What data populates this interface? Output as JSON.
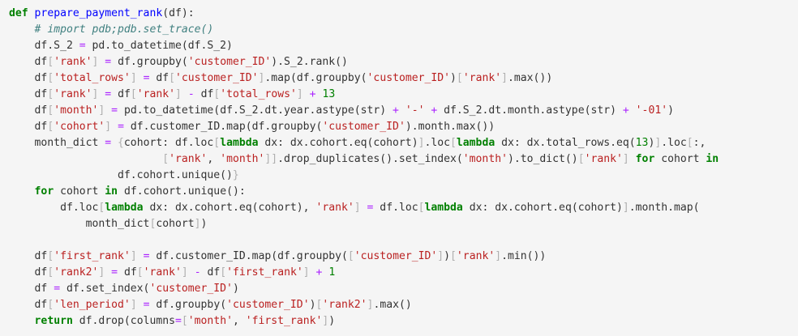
{
  "code": {
    "lines": [
      [
        [
          "kw",
          "def"
        ],
        [
          "nm",
          " "
        ],
        [
          "fn",
          "prepare_payment_rank"
        ],
        [
          "nm",
          "(df):"
        ]
      ],
      [
        [
          "nm",
          "    "
        ],
        [
          "cm",
          "# import pdb;pdb.set_trace()"
        ]
      ],
      [
        [
          "nm",
          "    df.S_2 "
        ],
        [
          "op",
          "="
        ],
        [
          "nm",
          " pd.to_datetime(df.S_2)"
        ]
      ],
      [
        [
          "nm",
          "    df"
        ],
        [
          "br",
          "["
        ],
        [
          "str",
          "'rank'"
        ],
        [
          "br",
          "]"
        ],
        [
          "nm",
          " "
        ],
        [
          "op",
          "="
        ],
        [
          "nm",
          " df.groupby("
        ],
        [
          "str",
          "'customer_ID'"
        ],
        [
          "nm",
          ").S_2.rank()"
        ]
      ],
      [
        [
          "nm",
          "    df"
        ],
        [
          "br",
          "["
        ],
        [
          "str",
          "'total_rows'"
        ],
        [
          "br",
          "]"
        ],
        [
          "nm",
          " "
        ],
        [
          "op",
          "="
        ],
        [
          "nm",
          " df"
        ],
        [
          "br",
          "["
        ],
        [
          "str",
          "'customer_ID'"
        ],
        [
          "br",
          "]"
        ],
        [
          "nm",
          ".map(df.groupby("
        ],
        [
          "str",
          "'customer_ID'"
        ],
        [
          "nm",
          ")"
        ],
        [
          "br",
          "["
        ],
        [
          "str",
          "'rank'"
        ],
        [
          "br",
          "]"
        ],
        [
          "nm",
          ".max())"
        ]
      ],
      [
        [
          "nm",
          "    df"
        ],
        [
          "br",
          "["
        ],
        [
          "str",
          "'rank'"
        ],
        [
          "br",
          "]"
        ],
        [
          "nm",
          " "
        ],
        [
          "op",
          "="
        ],
        [
          "nm",
          " df"
        ],
        [
          "br",
          "["
        ],
        [
          "str",
          "'rank'"
        ],
        [
          "br",
          "]"
        ],
        [
          "nm",
          " "
        ],
        [
          "op",
          "-"
        ],
        [
          "nm",
          " df"
        ],
        [
          "br",
          "["
        ],
        [
          "str",
          "'total_rows'"
        ],
        [
          "br",
          "]"
        ],
        [
          "nm",
          " "
        ],
        [
          "op",
          "+"
        ],
        [
          "nm",
          " "
        ],
        [
          "num",
          "13"
        ]
      ],
      [
        [
          "nm",
          "    df"
        ],
        [
          "br",
          "["
        ],
        [
          "str",
          "'month'"
        ],
        [
          "br",
          "]"
        ],
        [
          "nm",
          " "
        ],
        [
          "op",
          "="
        ],
        [
          "nm",
          " pd.to_datetime(df.S_2.dt.year.astype(str) "
        ],
        [
          "op",
          "+"
        ],
        [
          "nm",
          " "
        ],
        [
          "str",
          "'-'"
        ],
        [
          "nm",
          " "
        ],
        [
          "op",
          "+"
        ],
        [
          "nm",
          " df.S_2.dt.month.astype(str) "
        ],
        [
          "op",
          "+"
        ],
        [
          "nm",
          " "
        ],
        [
          "str",
          "'-01'"
        ],
        [
          "nm",
          ")"
        ]
      ],
      [
        [
          "nm",
          "    df"
        ],
        [
          "br",
          "["
        ],
        [
          "str",
          "'cohort'"
        ],
        [
          "br",
          "]"
        ],
        [
          "nm",
          " "
        ],
        [
          "op",
          "="
        ],
        [
          "nm",
          " df.customer_ID.map(df.groupby("
        ],
        [
          "str",
          "'customer_ID'"
        ],
        [
          "nm",
          ").month.max())"
        ]
      ],
      [
        [
          "nm",
          "    month_dict "
        ],
        [
          "op",
          "="
        ],
        [
          "nm",
          " "
        ],
        [
          "br",
          "{"
        ],
        [
          "nm",
          "cohort: df.loc"
        ],
        [
          "br",
          "["
        ],
        [
          "kw",
          "lambda"
        ],
        [
          "nm",
          " dx: dx.cohort.eq(cohort)"
        ],
        [
          "br",
          "]"
        ],
        [
          "nm",
          ".loc"
        ],
        [
          "br",
          "["
        ],
        [
          "kw",
          "lambda"
        ],
        [
          "nm",
          " dx: dx.total_rows.eq("
        ],
        [
          "num",
          "13"
        ],
        [
          "nm",
          ")"
        ],
        [
          "br",
          "]"
        ],
        [
          "nm",
          ".loc"
        ],
        [
          "br",
          "["
        ],
        [
          "nm",
          ":,"
        ]
      ],
      [
        [
          "nm",
          "                        "
        ],
        [
          "br",
          "["
        ],
        [
          "str",
          "'rank'"
        ],
        [
          "nm",
          ", "
        ],
        [
          "str",
          "'month'"
        ],
        [
          "br",
          "]]"
        ],
        [
          "nm",
          ".drop_duplicates().set_index("
        ],
        [
          "str",
          "'month'"
        ],
        [
          "nm",
          ").to_dict()"
        ],
        [
          "br",
          "["
        ],
        [
          "str",
          "'rank'"
        ],
        [
          "br",
          "]"
        ],
        [
          "nm",
          " "
        ],
        [
          "kw",
          "for"
        ],
        [
          "nm",
          " cohort "
        ],
        [
          "kw",
          "in"
        ]
      ],
      [
        [
          "nm",
          "                 df.cohort.unique()"
        ],
        [
          "br",
          "}"
        ]
      ],
      [
        [
          "nm",
          "    "
        ],
        [
          "kw",
          "for"
        ],
        [
          "nm",
          " cohort "
        ],
        [
          "kw",
          "in"
        ],
        [
          "nm",
          " df.cohort.unique():"
        ]
      ],
      [
        [
          "nm",
          "        df.loc"
        ],
        [
          "br",
          "["
        ],
        [
          "kw",
          "lambda"
        ],
        [
          "nm",
          " dx: dx.cohort.eq(cohort), "
        ],
        [
          "str",
          "'rank'"
        ],
        [
          "br",
          "]"
        ],
        [
          "nm",
          " "
        ],
        [
          "op",
          "="
        ],
        [
          "nm",
          " df.loc"
        ],
        [
          "br",
          "["
        ],
        [
          "kw",
          "lambda"
        ],
        [
          "nm",
          " dx: dx.cohort.eq(cohort)"
        ],
        [
          "br",
          "]"
        ],
        [
          "nm",
          ".month.map("
        ]
      ],
      [
        [
          "nm",
          "            month_dict"
        ],
        [
          "br",
          "["
        ],
        [
          "nm",
          "cohort"
        ],
        [
          "br",
          "]"
        ],
        [
          "nm",
          ")"
        ]
      ],
      [
        [
          "nm",
          ""
        ]
      ],
      [
        [
          "nm",
          "    df"
        ],
        [
          "br",
          "["
        ],
        [
          "str",
          "'first_rank'"
        ],
        [
          "br",
          "]"
        ],
        [
          "nm",
          " "
        ],
        [
          "op",
          "="
        ],
        [
          "nm",
          " df.customer_ID.map(df.groupby("
        ],
        [
          "br",
          "["
        ],
        [
          "str",
          "'customer_ID'"
        ],
        [
          "br",
          "]"
        ],
        [
          "nm",
          ")"
        ],
        [
          "br",
          "["
        ],
        [
          "str",
          "'rank'"
        ],
        [
          "br",
          "]"
        ],
        [
          "nm",
          ".min())"
        ]
      ],
      [
        [
          "nm",
          "    df"
        ],
        [
          "br",
          "["
        ],
        [
          "str",
          "'rank2'"
        ],
        [
          "br",
          "]"
        ],
        [
          "nm",
          " "
        ],
        [
          "op",
          "="
        ],
        [
          "nm",
          " df"
        ],
        [
          "br",
          "["
        ],
        [
          "str",
          "'rank'"
        ],
        [
          "br",
          "]"
        ],
        [
          "nm",
          " "
        ],
        [
          "op",
          "-"
        ],
        [
          "nm",
          " df"
        ],
        [
          "br",
          "["
        ],
        [
          "str",
          "'first_rank'"
        ],
        [
          "br",
          "]"
        ],
        [
          "nm",
          " "
        ],
        [
          "op",
          "+"
        ],
        [
          "nm",
          " "
        ],
        [
          "num",
          "1"
        ]
      ],
      [
        [
          "nm",
          "    df "
        ],
        [
          "op",
          "="
        ],
        [
          "nm",
          " df.set_index("
        ],
        [
          "str",
          "'customer_ID'"
        ],
        [
          "nm",
          ")"
        ]
      ],
      [
        [
          "nm",
          "    df"
        ],
        [
          "br",
          "["
        ],
        [
          "str",
          "'len_period'"
        ],
        [
          "br",
          "]"
        ],
        [
          "nm",
          " "
        ],
        [
          "op",
          "="
        ],
        [
          "nm",
          " df.groupby("
        ],
        [
          "str",
          "'customer_ID'"
        ],
        [
          "nm",
          ")"
        ],
        [
          "br",
          "["
        ],
        [
          "str",
          "'rank2'"
        ],
        [
          "br",
          "]"
        ],
        [
          "nm",
          ".max()"
        ]
      ],
      [
        [
          "nm",
          "    "
        ],
        [
          "kw",
          "return"
        ],
        [
          "nm",
          " df.drop(columns"
        ],
        [
          "op",
          "="
        ],
        [
          "br",
          "["
        ],
        [
          "str",
          "'month'"
        ],
        [
          "nm",
          ", "
        ],
        [
          "str",
          "'first_rank'"
        ],
        [
          "br",
          "]"
        ],
        [
          "nm",
          ")"
        ]
      ]
    ]
  }
}
